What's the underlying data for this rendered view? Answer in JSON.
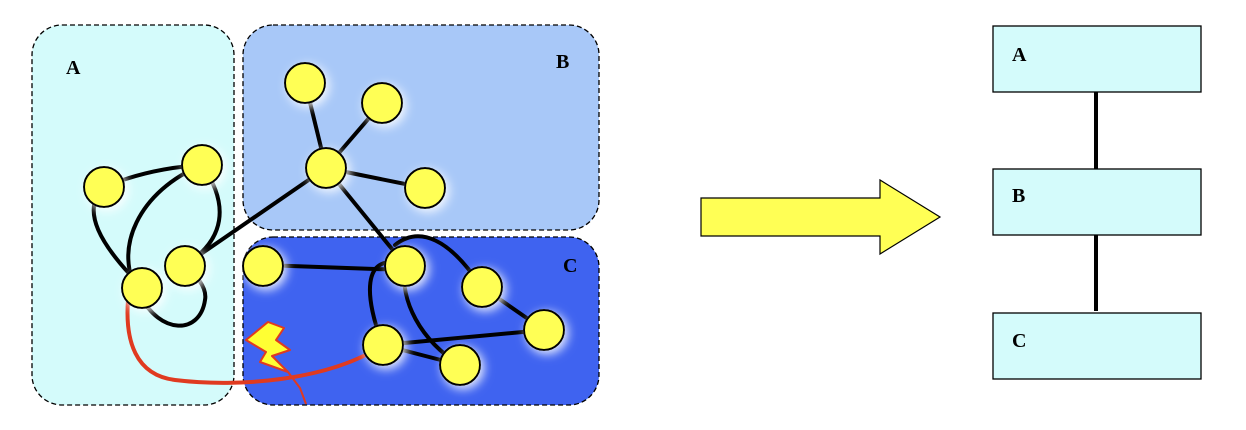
{
  "left_diagram": {
    "regions": [
      {
        "id": "A",
        "label": "A",
        "color": "#d4fbfb"
      },
      {
        "id": "B",
        "label": "B",
        "color": "#a8c8f8"
      },
      {
        "id": "C",
        "label": "C",
        "color": "#3f63f0"
      }
    ],
    "node_color": "#ffff55",
    "edge_color": "#000000",
    "failing_link_color": "#e03a20",
    "fault_icon": "lightning-bolt-icon"
  },
  "arrow": {
    "color": "#ffff55",
    "icon": "right-arrow-icon"
  },
  "right_diagram": {
    "boxes": [
      {
        "id": "A",
        "label": "A"
      },
      {
        "id": "B",
        "label": "B"
      },
      {
        "id": "C",
        "label": "C"
      }
    ],
    "box_color": "#d4fbfb"
  }
}
